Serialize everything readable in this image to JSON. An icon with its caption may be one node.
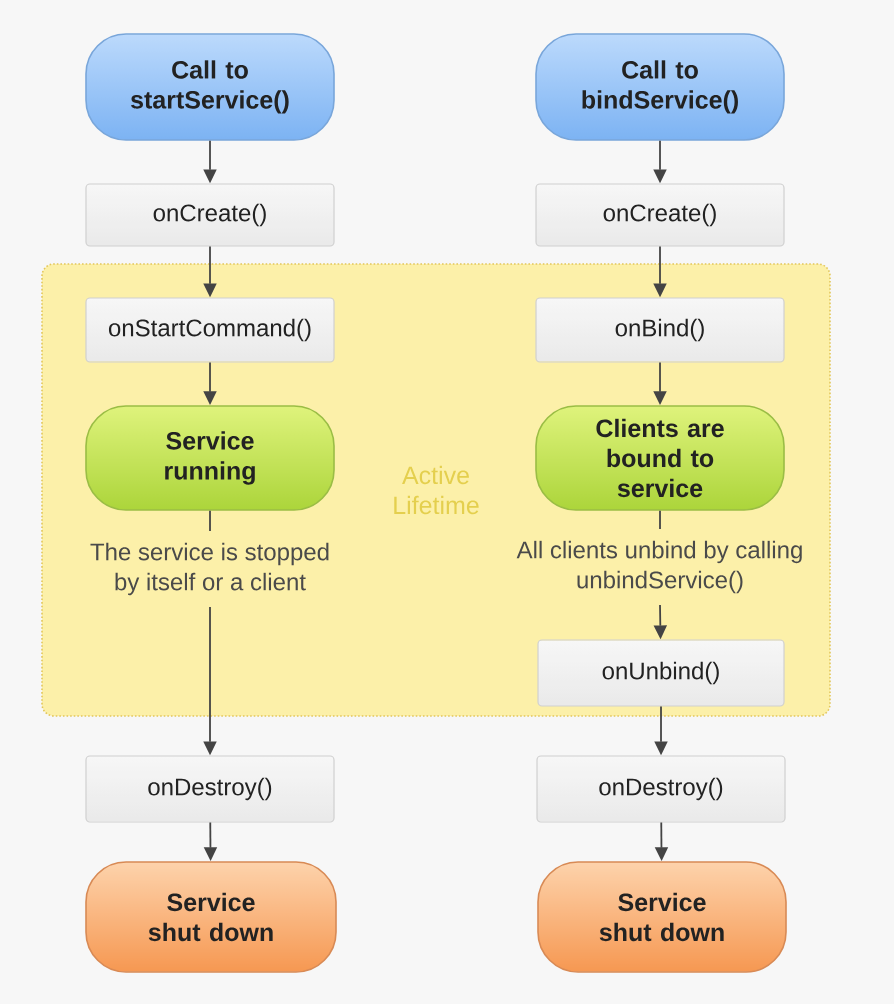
{
  "diagram": {
    "nodes": [
      {
        "text": [
          "Call to startService()"
        ]
      },
      {
        "text": [
          "Call to bindService()"
        ]
      },
      {
        "text": [
          "onCreate()"
        ]
      },
      {
        "text": [
          "onCreate()"
        ]
      },
      {
        "text": [
          "Active Lifetime"
        ]
      },
      {
        "text": [
          "onStartCommand()"
        ],
        "in": 4
      },
      {
        "text": [
          "onBind()"
        ],
        "in": 4
      },
      {
        "text": [
          "Service running"
        ],
        "in": 4
      },
      {
        "text": [
          "Clients are bound to service"
        ],
        "in": 4
      },
      {
        "text": [
          "onUnbind()"
        ],
        "in": 4
      },
      {
        "text": [
          "onDestroy()"
        ]
      },
      {
        "text": [
          "onDestroy()"
        ]
      },
      {
        "text": [
          "Service shut down"
        ]
      },
      {
        "text": [
          "Service shut down"
        ]
      }
    ],
    "edges": [
      {
        "from": 0,
        "to": 2,
        "arrow": "to"
      },
      {
        "from": 1,
        "to": 3,
        "arrow": "to"
      },
      {
        "from": 2,
        "to": 5,
        "arrow": "to"
      },
      {
        "from": 3,
        "to": 6,
        "arrow": "to"
      },
      {
        "from": 5,
        "to": 7,
        "arrow": "to"
      },
      {
        "from": 6,
        "to": 8,
        "arrow": "to"
      },
      {
        "from": 7,
        "to": 10,
        "arrow": "to",
        "label": "The service is stopped by itself or a client"
      },
      {
        "from": 8,
        "to": 9,
        "arrow": "to",
        "label": "All clients unbind by calling unbindService()"
      },
      {
        "from": 9,
        "to": 11,
        "arrow": "to"
      },
      {
        "from": 10,
        "to": 12,
        "arrow": "to"
      },
      {
        "from": 11,
        "to": 13,
        "arrow": "to"
      }
    ]
  }
}
